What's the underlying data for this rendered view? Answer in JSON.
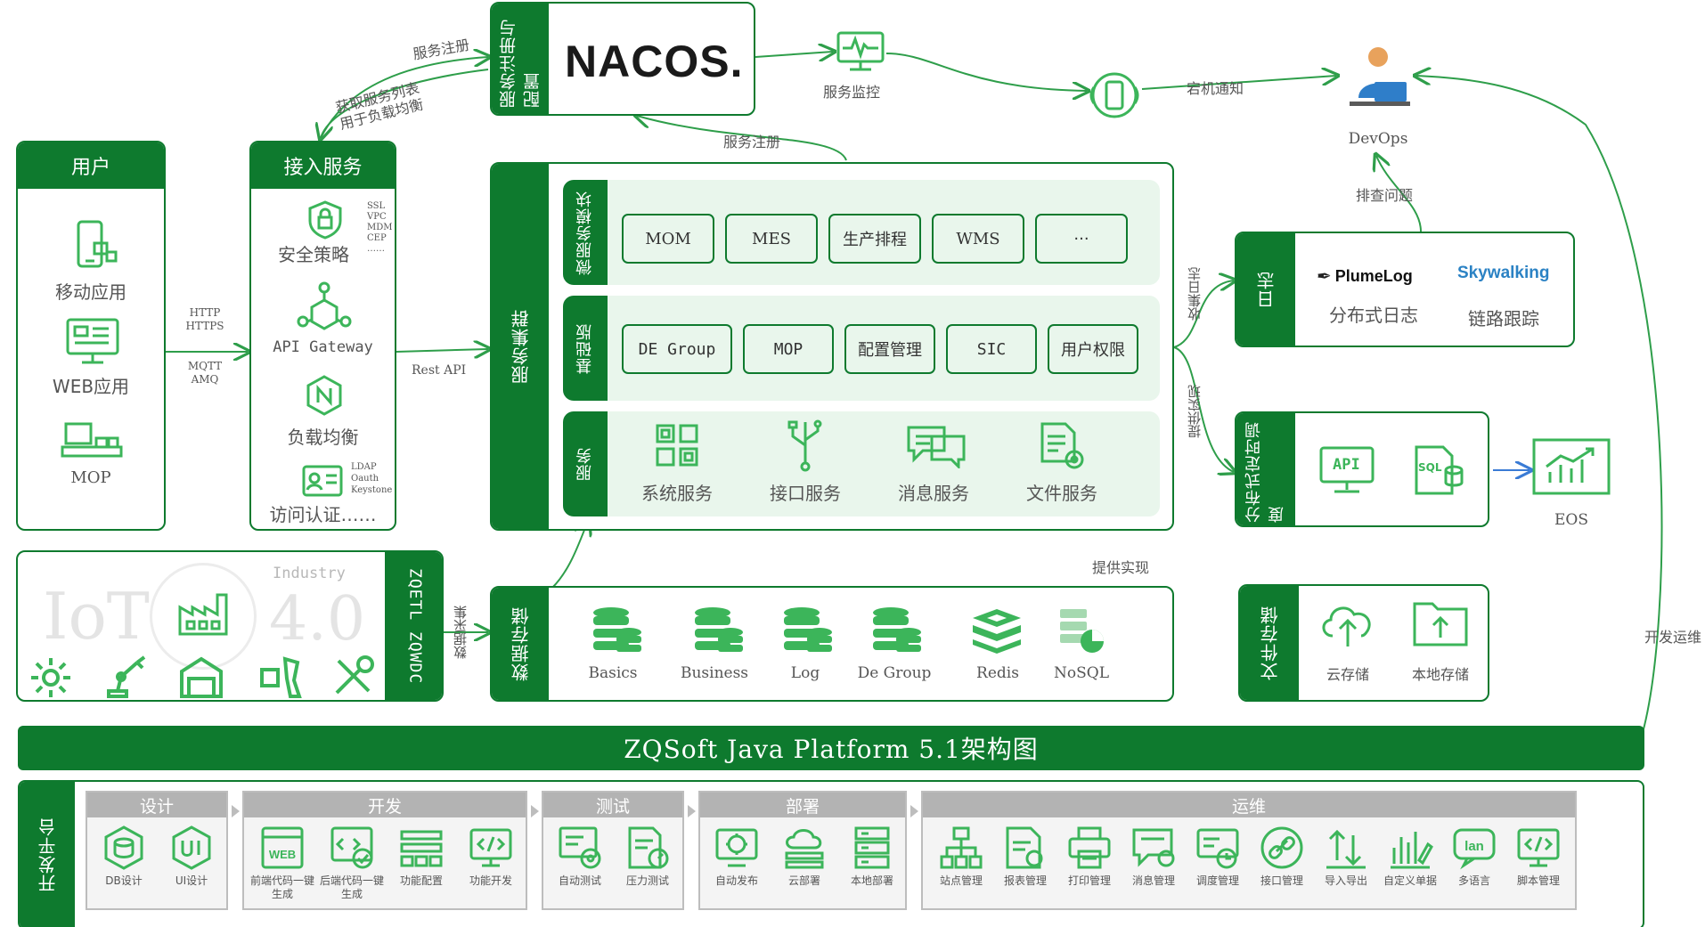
{
  "title": "ZQSoft Java Platform 5.1架构图",
  "user": {
    "title": "用户",
    "items": [
      "移动应用",
      "WEB应用",
      "MOP"
    ]
  },
  "protocols": {
    "http": [
      "HTTP",
      "HTTPS"
    ],
    "mqtt": [
      "MQTT",
      "AMQ"
    ],
    "rest": "Rest API"
  },
  "access": {
    "title": "接入服务",
    "items": [
      "安全策略",
      "API Gateway",
      "负载均衡",
      "访问认证……"
    ],
    "security_tags": [
      "SSL",
      "VPC",
      "MDM",
      "CEP",
      "……"
    ],
    "auth_tags": [
      "LDAP",
      "Oauth",
      "Keystone"
    ]
  },
  "nacos": {
    "side_label": "服务注册与配置",
    "logo_text": "NACOS."
  },
  "edge_labels": {
    "register_top": "服务注册",
    "fetch_list": [
      "获取服务列表",
      "用于负载均衡"
    ],
    "register_cluster": "服务注册",
    "monitor": "服务监控",
    "downtime": "宕机通知",
    "troubleshoot": "排查问题",
    "collect_logs": "收集日志",
    "provide_impl": "提供实现",
    "provide_impl_2": "提供实现",
    "data_collect": "数据采集",
    "devops_side": "开发运维"
  },
  "devops": {
    "label": "DevOps"
  },
  "cluster": {
    "label": "服务集群",
    "rows": [
      {
        "label": "微服务模块",
        "chips": [
          "MOM",
          "MES",
          "生产排程",
          "WMS",
          "···"
        ]
      },
      {
        "label": "基础版",
        "chips": [
          "DE Group",
          "MOP",
          "配置管理",
          "SIC",
          "用户权限"
        ]
      },
      {
        "label": "服务",
        "items": [
          "系统服务",
          "接口服务",
          "消息服务",
          "文件服务"
        ]
      }
    ]
  },
  "logs": {
    "label": "日志",
    "items": [
      {
        "brand": "PlumeLog",
        "name": "分布式日志"
      },
      {
        "brand": "Skywalking",
        "name": "链路跟踪"
      }
    ]
  },
  "scheduler": {
    "label": "分布式定时调度",
    "eos": "EOS",
    "api": "API",
    "sql": "SQL"
  },
  "storage": {
    "label": "文件存储",
    "items": [
      "云存储",
      "本地存储"
    ]
  },
  "iot": {
    "side": "ZQETL ZQWDC",
    "industry": "Industry",
    "iot_text": "IoT",
    "version": "4.0"
  },
  "data_store": {
    "label": "数据存储",
    "items": [
      "Basics",
      "Business",
      "Log",
      "De Group",
      "Redis",
      "NoSQL"
    ]
  },
  "platform": {
    "label": "开发平台",
    "groups": [
      {
        "name": "设计",
        "tools": [
          "DB设计",
          "UI设计"
        ]
      },
      {
        "name": "开发",
        "tools": [
          "前端代码一键生成",
          "后端代码一键生成",
          "功能配置",
          "功能开发"
        ]
      },
      {
        "name": "测试",
        "tools": [
          "自动测试",
          "压力测试"
        ]
      },
      {
        "name": "部署",
        "tools": [
          "自动发布",
          "云部署",
          "本地部署"
        ]
      },
      {
        "name": "运维",
        "tools": [
          "站点管理",
          "报表管理",
          "打印管理",
          "消息管理",
          "调度管理",
          "接口管理",
          "导入导出",
          "自定义单据",
          "多语言",
          "脚本管理"
        ]
      }
    ]
  },
  "colors": {
    "primary": "#0e7a2e",
    "accent": "#3cb55a",
    "light": "#e9f6ec"
  }
}
